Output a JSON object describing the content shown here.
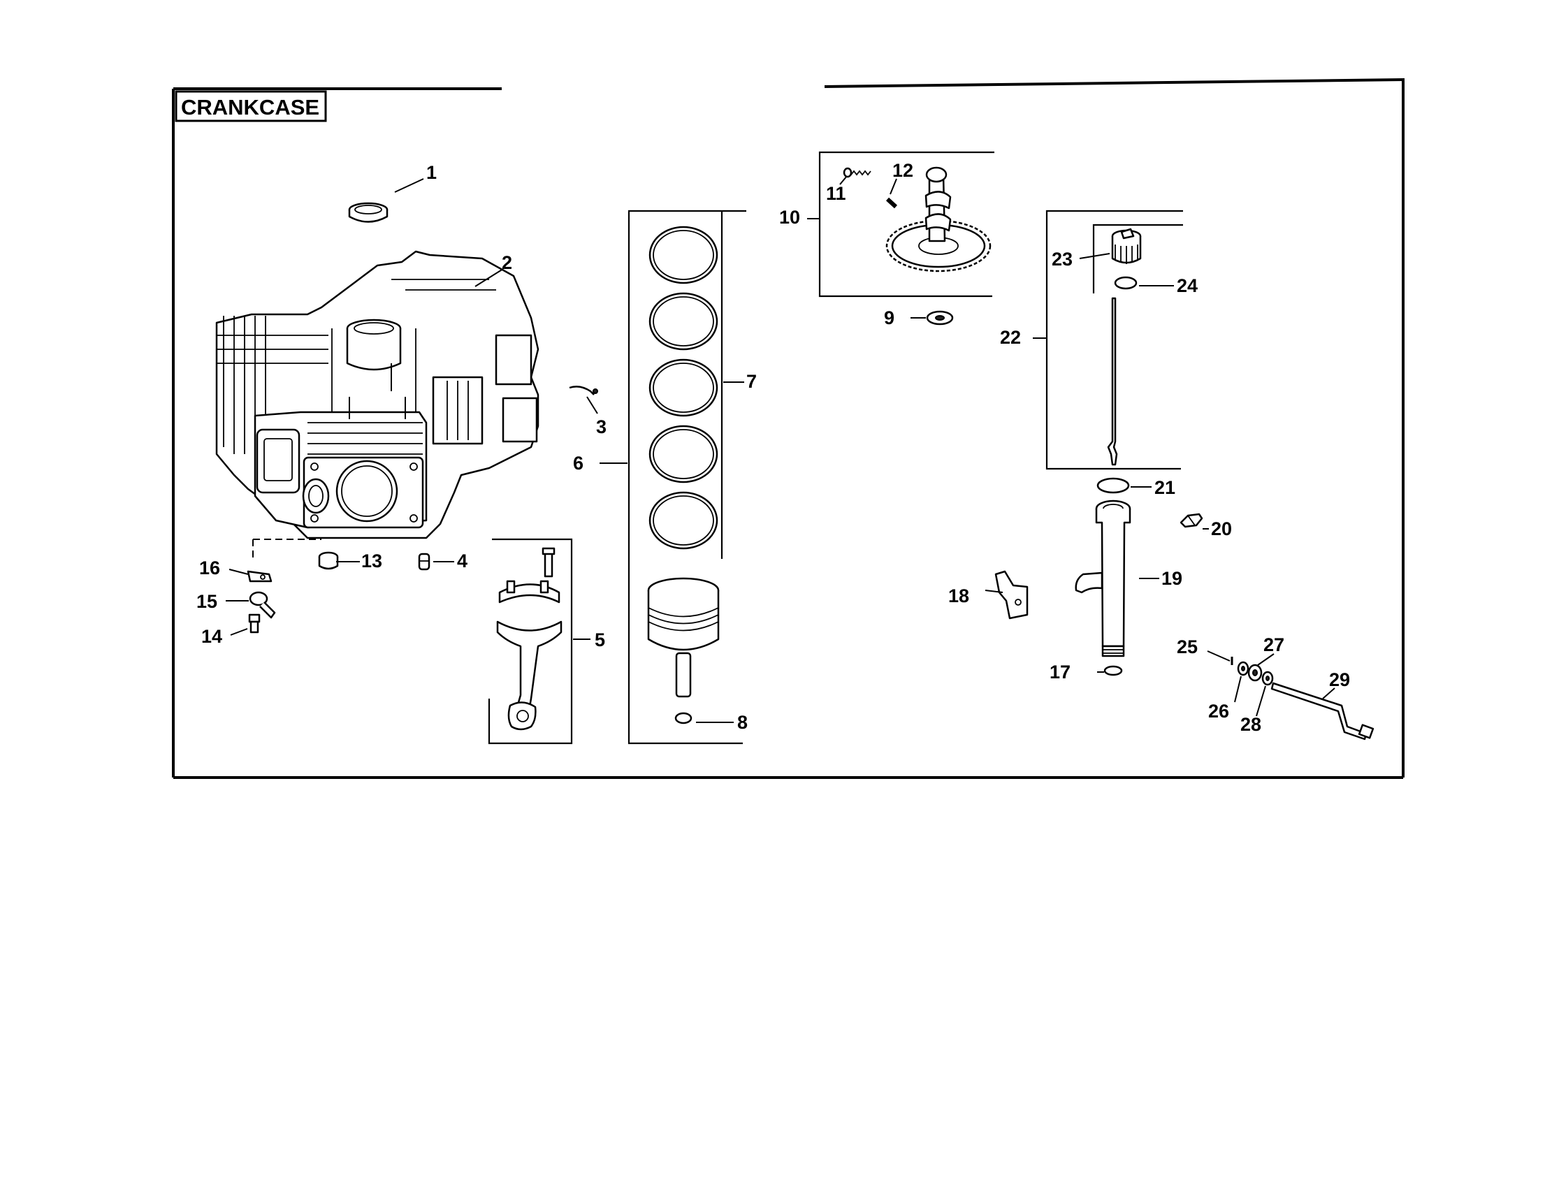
{
  "title": "CRANKCASE",
  "callouts": [
    "1",
    "2",
    "3",
    "4",
    "5",
    "6",
    "7",
    "8",
    "9",
    "10",
    "11",
    "12",
    "13",
    "14",
    "15",
    "16",
    "17",
    "18",
    "19",
    "20",
    "21",
    "22",
    "23",
    "24",
    "25",
    "26",
    "27",
    "28",
    "29"
  ],
  "parts": [
    "ring-bushing",
    "crankcase",
    "clip",
    "plug",
    "connecting-rod",
    "piston-ring-set",
    "piston-ring",
    "piston-pin-retainer",
    "washer",
    "camshaft-gear",
    "spring",
    "pin",
    "plug",
    "screw",
    "terminal",
    "terminal",
    "o-ring",
    "bracket",
    "dipstick-tube",
    "screw",
    "o-ring",
    "dipstick-assembly",
    "cap",
    "o-ring",
    "clip",
    "washer",
    "washer",
    "washer",
    "oil-line"
  ]
}
